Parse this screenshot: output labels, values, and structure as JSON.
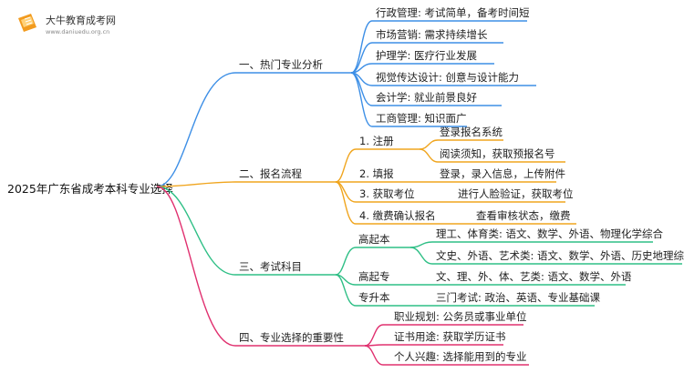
{
  "logo": {
    "name": "大牛教育成考网",
    "url": "www.daniuedu.org.cn"
  },
  "root": "2025年广东省成考本科专业选择",
  "colors": {
    "branch1": "#3d8fe6",
    "branch2": "#f0a51e",
    "branch3": "#2fbf86",
    "branch4": "#e0306f",
    "logo_orange": "#f29b1f"
  },
  "branches": {
    "hot": {
      "title": "一、热门专业分析",
      "items": [
        "行政管理: 考试简单，备考时间短",
        "市场营销: 需求持续增长",
        "护理学: 医疗行业发展",
        "视觉传达设计: 创意与设计能力",
        "会计学: 就业前景良好",
        "工商管理: 知识面广"
      ]
    },
    "process": {
      "title": "二、报名流程",
      "steps": [
        {
          "label": "1. 注册",
          "details": [
            "登录报名系统",
            "阅读须知，获取预报名号"
          ]
        },
        {
          "label": "2. 填报",
          "details": [
            "登录，录入信息，上传附件"
          ]
        },
        {
          "label": "3. 获取考位",
          "details": [
            "进行人脸验证，获取考位"
          ]
        },
        {
          "label": "4. 缴费确认报名",
          "details": [
            "查看审核状态，缴费"
          ]
        }
      ]
    },
    "subjects": {
      "title": "三、考试科目",
      "groups": [
        {
          "label": "高起本",
          "details": [
            "理工、体育类: 语文、数学、外语、物理化学综合",
            "文史、外语、艺术类: 语文、数学、外语、历史地理综合"
          ]
        },
        {
          "label": "高起专",
          "details": [
            "文、理、外、体、艺类: 语文、数学、外语"
          ]
        },
        {
          "label": "专升本",
          "details": [
            "三门考试: 政治、英语、专业基础课"
          ]
        }
      ]
    },
    "importance": {
      "title": "四、专业选择的重要性",
      "items": [
        "职业规划: 公务员或事业单位",
        "证书用途: 获取学历证书",
        "个人兴趣: 选择能用到的专业"
      ]
    }
  }
}
